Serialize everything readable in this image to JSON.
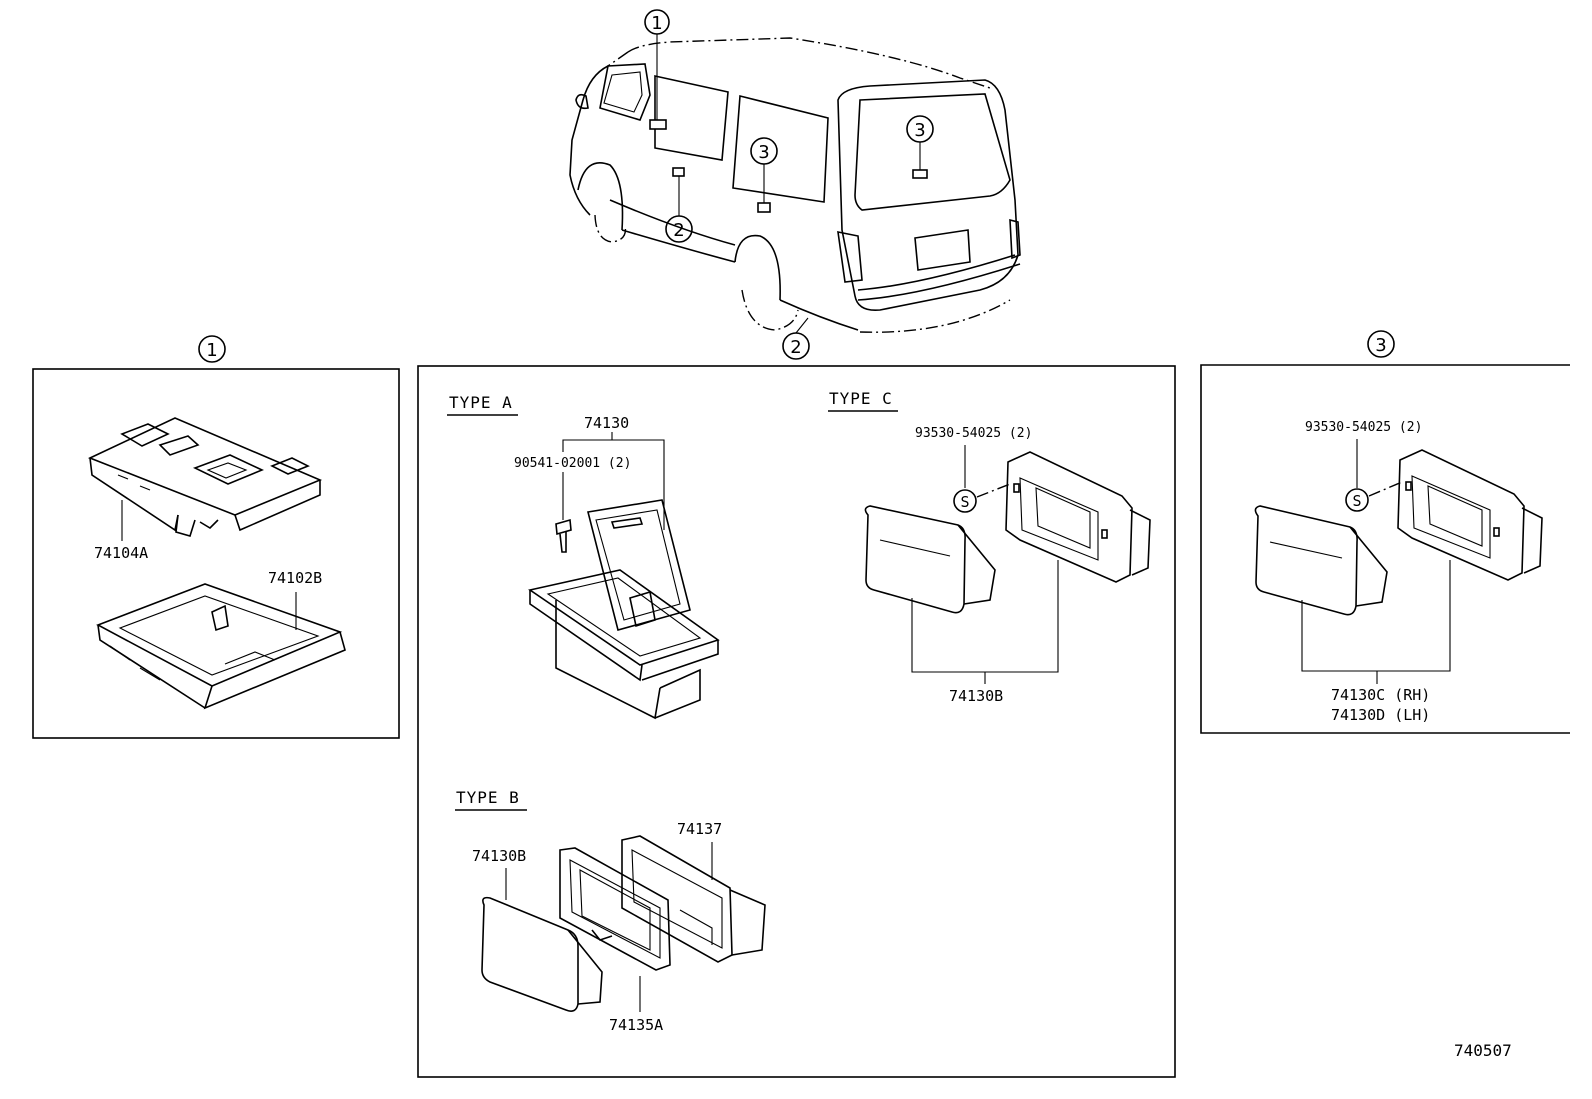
{
  "callouts": {
    "one": "1",
    "two": "2",
    "three": "3"
  },
  "panel1": {
    "parts": [
      "74104A",
      "74102B"
    ]
  },
  "panel2": {
    "type_a": {
      "title": "TYPE A",
      "assembly": "74130",
      "screw": "90541-02001 (2)"
    },
    "type_b": {
      "title": "TYPE B",
      "lens": "74130B",
      "gasket": "74137",
      "frame": "74135A"
    },
    "type_c": {
      "title": "TYPE C",
      "screw": "93530-54025 (2)",
      "assembly": "74130B",
      "screw_symbol": "S"
    }
  },
  "panel3": {
    "screw": "93530-54025 (2)",
    "assembly_rh": "74130C (RH)",
    "assembly_lh": "74130D (LH)",
    "screw_symbol": "S"
  },
  "drawing_number": "740507"
}
